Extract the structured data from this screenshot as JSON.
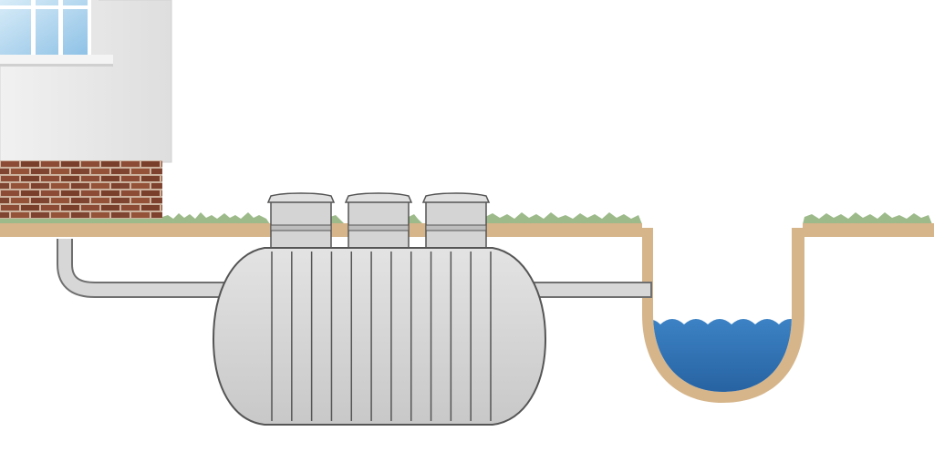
{
  "scene": {
    "elements": [
      "house",
      "window",
      "brick-foundation",
      "ground",
      "grass",
      "inlet-pipe",
      "septic-tank",
      "access-risers",
      "outlet-pipe",
      "drainage-pit",
      "water"
    ],
    "riser_count": 3,
    "tank_rib_count": 12
  },
  "colors": {
    "sky_glass": "#b9d9ee",
    "wall": "#ececec",
    "brick": "#8a4a33",
    "mortar": "#cbb39f",
    "soil": "#d6b58a",
    "grass": "#9dbb8a",
    "tank_fill": "#d4d4d4",
    "tank_stroke": "#555555",
    "pipe_fill": "#d7d7d7",
    "water": "#2f6fb3"
  }
}
